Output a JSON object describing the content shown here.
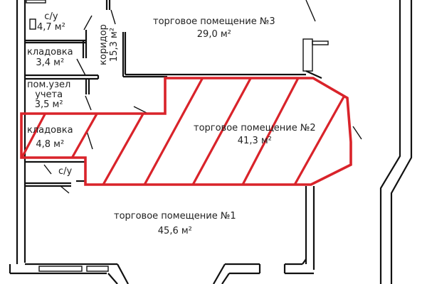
{
  "diagram": {
    "type": "floor-plan",
    "highlight_color": "#d9232a",
    "wall_color": "#111111",
    "highlighted_rooms": [
      "kladovka-4.8",
      "torgovoe-2"
    ]
  },
  "rooms": {
    "wc_top": {
      "name": "с/у",
      "area": "4,7 м²"
    },
    "corridor": {
      "name": "коридор",
      "area": "15,3 м²"
    },
    "storage_1": {
      "name": "кладовка",
      "area": "3,4 м²"
    },
    "meter_room": {
      "name_line1": "пом.узел",
      "name_line2": "учета",
      "area": "3,5 м²"
    },
    "storage_2": {
      "name": "кладовка",
      "area": "4,8 м²"
    },
    "wc_bottom": {
      "name": "с/у"
    },
    "retail_3": {
      "name": "торговое помещение №3",
      "area": "29,0 м²"
    },
    "retail_2": {
      "name": "торговое помещение  №2",
      "area": "41,3 м²"
    },
    "retail_1": {
      "name": "торговое помещение  №1",
      "area": "45,6 м²"
    }
  }
}
